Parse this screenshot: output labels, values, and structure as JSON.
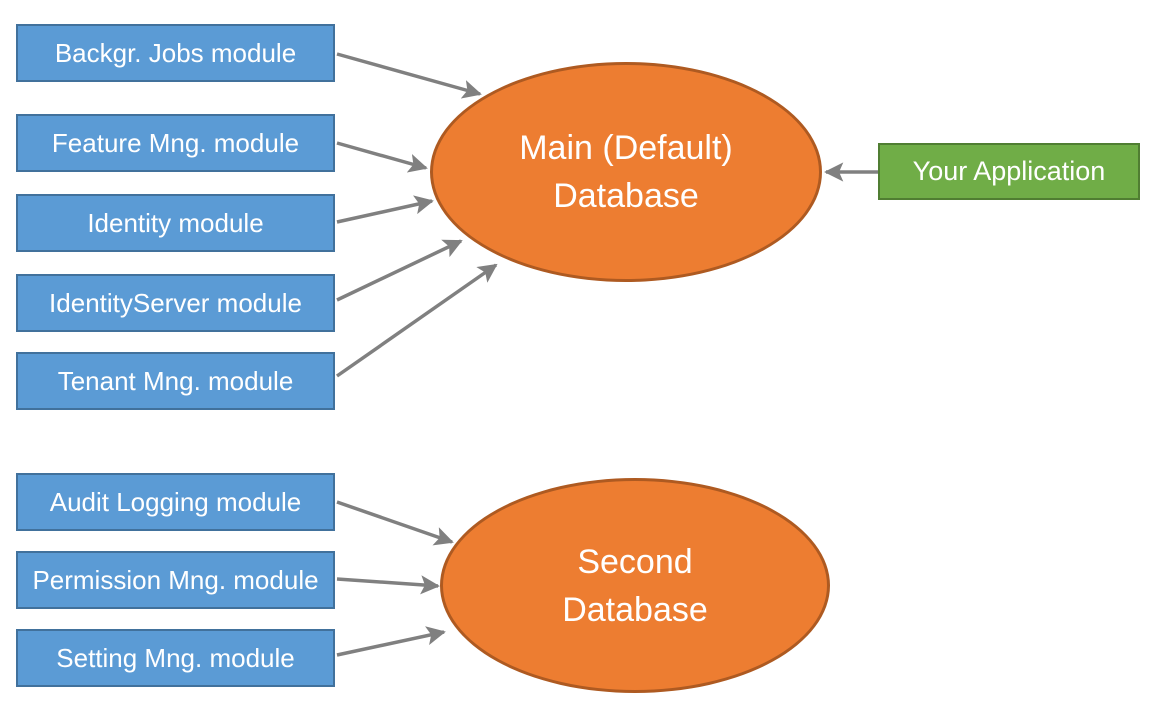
{
  "diagram": {
    "modules": [
      {
        "label": "Backgr. Jobs module",
        "connects_to": "Main (Default) Database"
      },
      {
        "label": "Feature Mng. module",
        "connects_to": "Main (Default) Database"
      },
      {
        "label": "Identity module",
        "connects_to": "Main (Default) Database"
      },
      {
        "label": "IdentityServer module",
        "connects_to": "Main (Default) Database"
      },
      {
        "label": "Tenant Mng. module",
        "connects_to": "Main (Default) Database"
      },
      {
        "label": "Audit Logging module",
        "connects_to": "Second Database"
      },
      {
        "label": "Permission Mng. module",
        "connects_to": "Second Database"
      },
      {
        "label": "Setting Mng. module",
        "connects_to": "Second Database"
      }
    ],
    "databases": [
      {
        "label": "Main (Default) Database",
        "line1": "Main (Default)",
        "line2": "Database"
      },
      {
        "label": "Second Database",
        "line1": "Second",
        "line2": "Database"
      }
    ],
    "application": {
      "label": "Your Application",
      "connects_to": "Main (Default) Database"
    },
    "edges": [
      {
        "from": "Backgr. Jobs module",
        "to": "Main (Default) Database"
      },
      {
        "from": "Feature Mng. module",
        "to": "Main (Default) Database"
      },
      {
        "from": "Identity module",
        "to": "Main (Default) Database"
      },
      {
        "from": "IdentityServer module",
        "to": "Main (Default) Database"
      },
      {
        "from": "Tenant Mng. module",
        "to": "Main (Default) Database"
      },
      {
        "from": "Your Application",
        "to": "Main (Default) Database"
      },
      {
        "from": "Audit Logging module",
        "to": "Second Database"
      },
      {
        "from": "Permission Mng. module",
        "to": "Second Database"
      },
      {
        "from": "Setting Mng. module",
        "to": "Second Database"
      }
    ],
    "colors": {
      "module_fill": "#5B9BD5",
      "module_border": "#41719C",
      "database_fill": "#ED7D31",
      "database_border": "#AE5A21",
      "application_fill": "#70AD47",
      "application_border": "#507E32",
      "arrow": "#808080",
      "text": "#FFFFFF",
      "background": "#FFFFFF"
    }
  }
}
